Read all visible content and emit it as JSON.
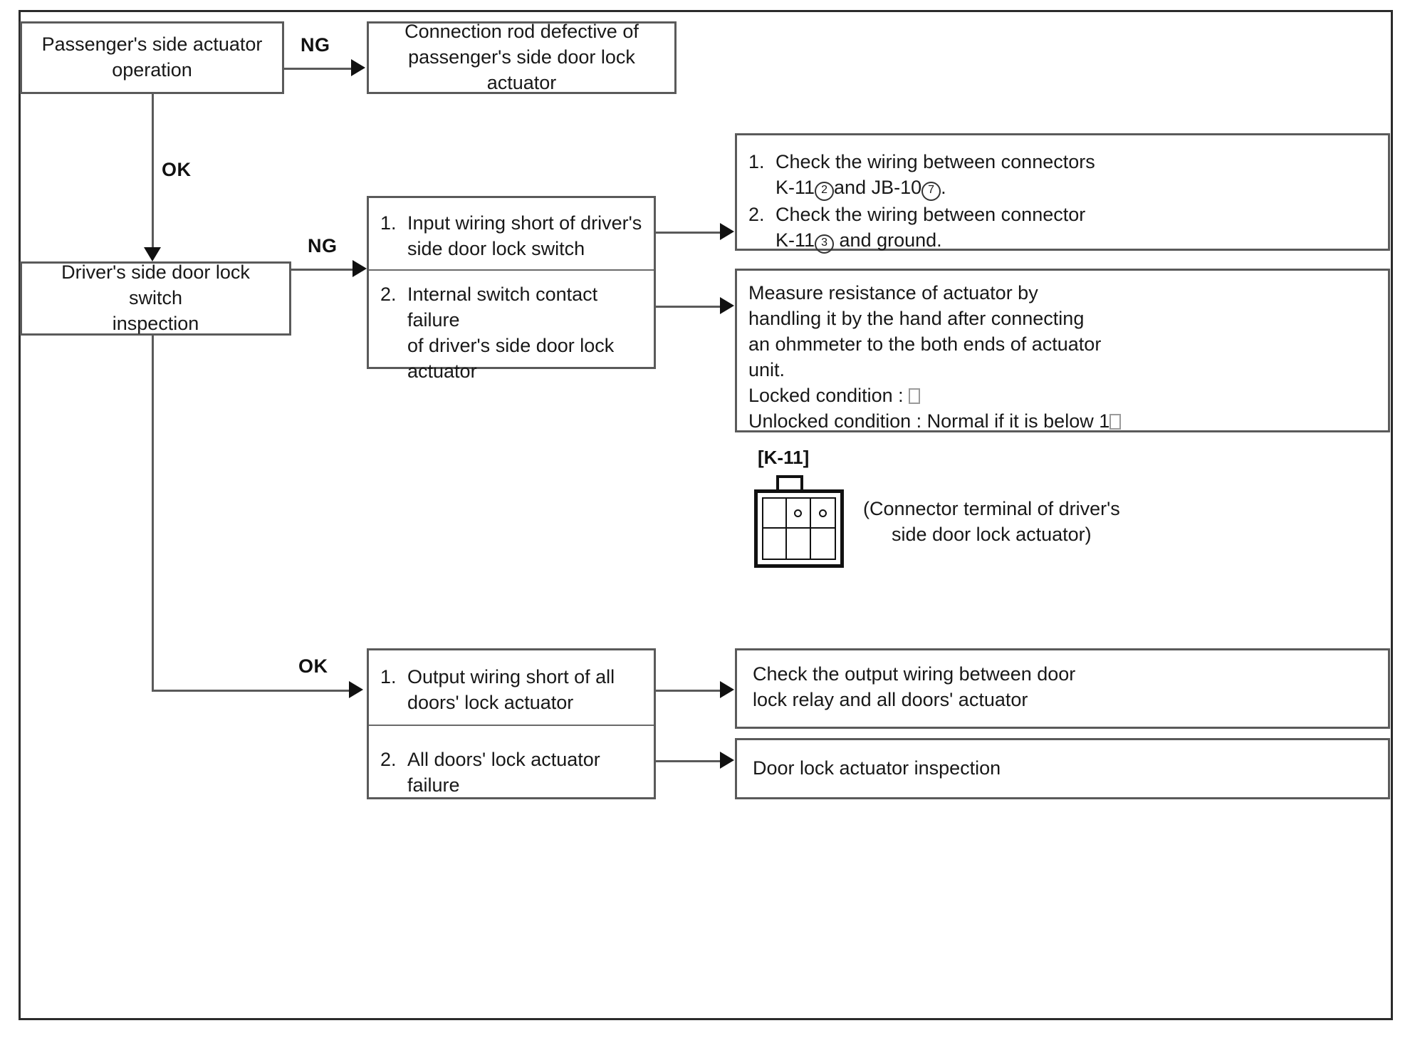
{
  "figure": {
    "title": "Door lock actuator diagnostic flowchart",
    "frame_color": "#2b2b2b",
    "box_border_color": "#5a5a5a",
    "text_color": "#181818"
  },
  "nodes": {
    "passenger_actuator": {
      "line1": "Passenger's side actuator",
      "line2": "operation"
    },
    "connection_rod": {
      "line1": "Connection rod defective of",
      "line2": "passenger's side door lock actuator"
    },
    "driver_switch_inspection": {
      "line1": "Driver's side door lock switch",
      "line2": "inspection"
    },
    "ng_causes": {
      "item1": {
        "num": "1.",
        "line1": "Input wiring short of driver's",
        "line2": "side door lock switch"
      },
      "item2": {
        "num": "2.",
        "line1": "Internal switch contact failure",
        "line2": "of driver's side door lock",
        "line3": "actuator"
      }
    },
    "check_wiring": {
      "item1": {
        "num": "1.",
        "line1": "Check the wiring between connectors",
        "line2_pre": "K-11",
        "line2_circ": "2",
        "line2_mid": "and JB-10",
        "line2_circ2": "7",
        "line2_post": "."
      },
      "item2": {
        "num": "2.",
        "line1": "Check the wiring between connector",
        "line2_pre": "K-11",
        "line2_circ": "3",
        "line2_post": " and ground."
      }
    },
    "measure_resistance": {
      "line1": "Measure resistance of actuator by",
      "line2": "handling it by the hand after connecting",
      "line3": "an ohmmeter to the both ends of actuator",
      "line4": "unit.",
      "line5_pre": "Locked condition : ",
      "line5_symbol": "□",
      "line6_pre": "Unlocked condition : Normal if it is below 1",
      "line6_symbol": "□"
    },
    "ok_causes": {
      "item1": {
        "num": "1.",
        "line1": "Output wiring short of all",
        "line2": "doors' lock actuator"
      },
      "item2": {
        "num": "2.",
        "line1": "All doors' lock actuator failure"
      }
    },
    "check_output_wiring": {
      "line1": "Check the output wiring between door",
      "line2": "lock relay and all doors' actuator"
    },
    "door_lock_inspection": {
      "line1": "Door lock actuator inspection"
    }
  },
  "edges": {
    "passenger_ng": "NG",
    "passenger_ok": "OK",
    "driver_ng": "NG",
    "driver_ok": "OK"
  },
  "connector": {
    "tag": "[K-11]",
    "caption_line1": "(Connector terminal of driver's",
    "caption_line2": "side door lock actuator)",
    "rows": 2,
    "cols": 3,
    "pins": [
      {
        "row": 0,
        "col": 1
      },
      {
        "row": 0,
        "col": 2
      }
    ]
  }
}
